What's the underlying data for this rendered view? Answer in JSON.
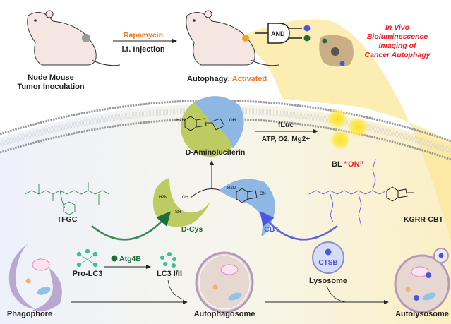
{
  "top": {
    "mouse1_label_line1": "Nude Mouse",
    "mouse1_label_line2": "Tumor Inoculation",
    "arrow_top_label": "Rapamycin",
    "arrow_bottom_label": "i.t. Injection",
    "mouse2_label_prefix": "Autophagy: ",
    "mouse2_label_state": "Activated",
    "gate_label": "AND",
    "imaging_title": [
      "In Vivo",
      "Bioluminescence",
      "Imaging of",
      "Cancer Autophagy"
    ]
  },
  "reaction": {
    "product_label": "D-Aminoluciferin",
    "enzyme_label": "fLuc",
    "cofactors_label": "ATP, O2, Mg2+",
    "output_prefix": "BL ",
    "output_state": "“ON”",
    "left_probe_label": "TFGC",
    "left_fragment_label": "D-Cys",
    "right_fragment_label": "CBT",
    "right_probe_label": "KGRR-CBT"
  },
  "pathway": {
    "pro_lc3": "Pro-LC3",
    "enzyme": "Atg4B",
    "lc3": "LC3 I/II",
    "lysosome_enzyme": "CTSB",
    "lysosome": "Lysosome",
    "stages": [
      "Phagophore",
      "Autophagosome",
      "Autolysosome"
    ]
  },
  "colors": {
    "orange": "#f07a2a",
    "red": "#e8202a",
    "green": "#1e7a3c",
    "blue": "#5a5ae0",
    "lime": "#b6c95a",
    "lightblue": "#86b4e6",
    "yellow": "#ffe14a"
  }
}
